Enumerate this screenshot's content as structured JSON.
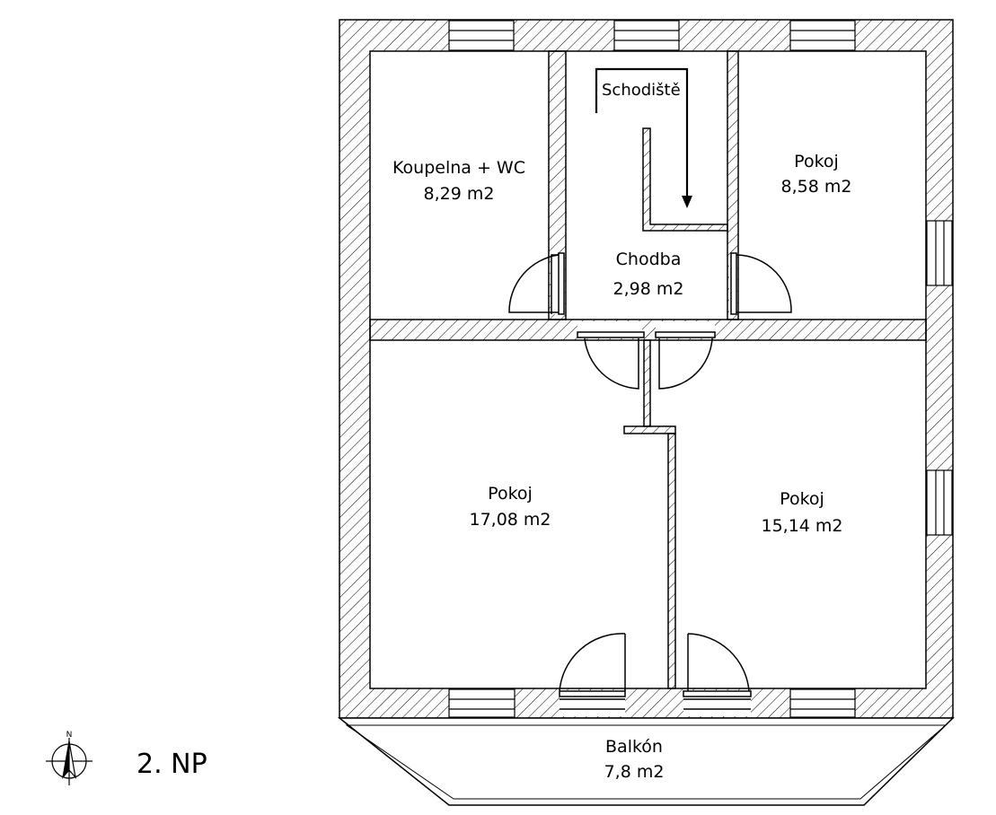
{
  "floor": {
    "label": "2. NP"
  },
  "compass": {
    "north_label": "N"
  },
  "rooms": {
    "bathroom": {
      "name": "Koupelna + WC",
      "area": "8,29 m2"
    },
    "staircase": {
      "name": "Schodiště"
    },
    "hallway": {
      "name": "Chodba",
      "area": "2,98 m2"
    },
    "room_small": {
      "name": "Pokoj",
      "area": "8,58 m2"
    },
    "room_left": {
      "name": "Pokoj",
      "area": "17,08 m2"
    },
    "room_right": {
      "name": "Pokoj",
      "area": "15,14 m2"
    },
    "balcony": {
      "name": "Balkón",
      "area": "7,8 m2"
    }
  },
  "colors": {
    "line": "#000000",
    "background": "#ffffff"
  }
}
